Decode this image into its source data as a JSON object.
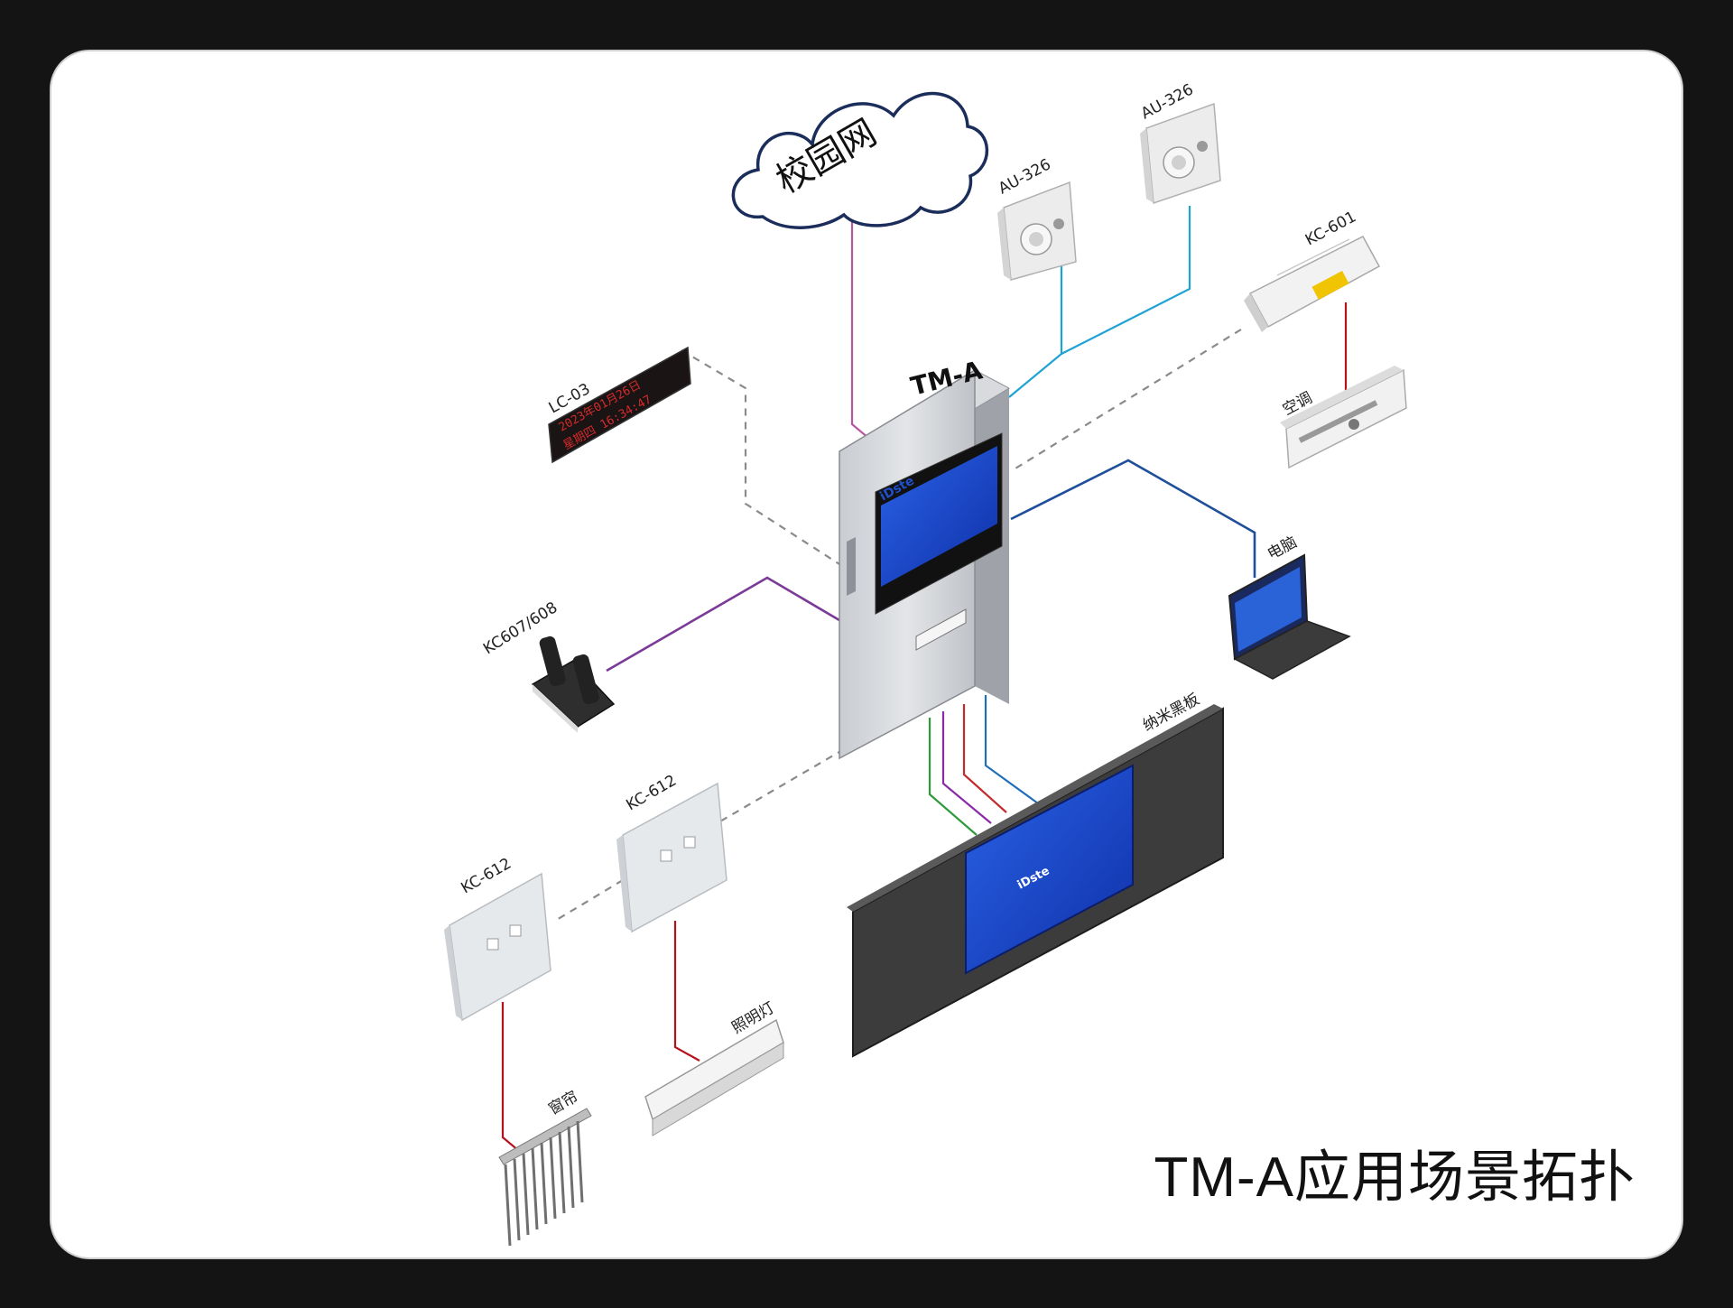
{
  "caption": "TM-A应用场景拓扑",
  "nodes": {
    "cloud": "校园网",
    "hub": "TM-A",
    "hub_logo": "iDste",
    "speaker_1": "AU-326",
    "speaker_2": "AU-326",
    "sensor": "KC-601",
    "ac": "空调",
    "computer": "电脑",
    "led": "LC-03",
    "led_line1": "2023年01月26日",
    "led_line2": "星期四  16:34:47",
    "mic": "KC607/608",
    "switch_1": "KC-612",
    "switch_2": "KC-612",
    "blackboard": "纳米黑板",
    "blackboard_logo": "iDste",
    "light": "照明灯",
    "curtain": "窗帘"
  },
  "colors": {
    "network": "#b7579c",
    "audio": "#1fa3d3",
    "control_dashed": "#8a8a8a",
    "relay": "#b5121b",
    "pc_link": "#1f4f9a",
    "mic_link": "#7b3a98",
    "hdmi_green": "#2e9a3c",
    "hdmi_purple": "#8a2aa8",
    "hdmi_red": "#c22b2b",
    "hdmi_blue": "#1f6fb8",
    "screen_blue": "#1641c9"
  }
}
